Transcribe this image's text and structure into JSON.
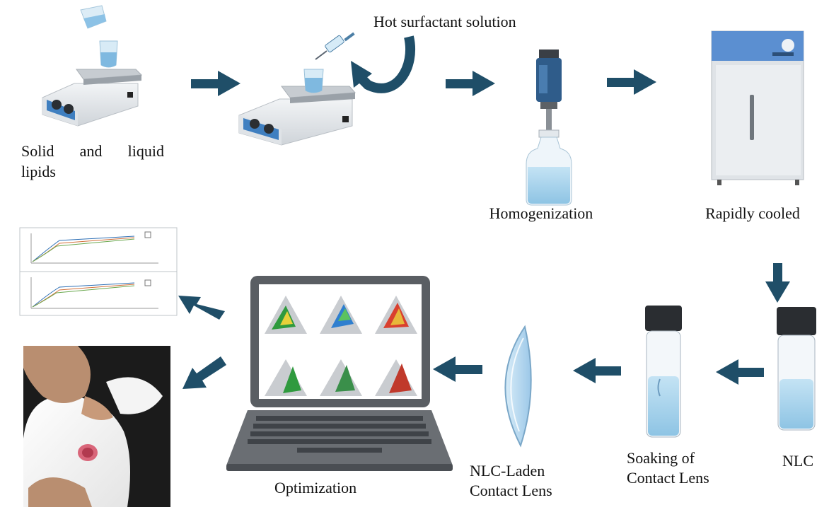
{
  "labels": {
    "solid_liquid_line1": "Solid and liquid",
    "solid_liquid_line2": "lipids",
    "hot_surfactant": "Hot surfactant solution",
    "homogenization": "Homogenization",
    "rapidly_cooled": "Rapidly cooled",
    "nlc": "NLC",
    "soaking_line1": "Soaking of",
    "soaking_line2": "Contact Lens",
    "nlc_laden_line1": "NLC-Laden",
    "nlc_laden_line2": "Contact Lens",
    "optimization": "Optimization"
  },
  "colors": {
    "arrow": "#1f4e68",
    "plate_blue": "#3f7fc0",
    "device_body": "#e9ecef",
    "laptop_body": "#5a5e63",
    "liquid": "#a8d3ec",
    "freezer_panel": "#5b8fd1",
    "vial_cap": "#2a2d31"
  },
  "icons": [
    "hot-plate-icon",
    "beaker-icon",
    "syringe-icon",
    "curved-arrow-icon",
    "homogenizer-icon",
    "bottle-icon",
    "freezer-icon",
    "vial-icon",
    "contact-lens-icon",
    "laptop-icon",
    "release-chart-thumbnail",
    "rabbit-photo"
  ]
}
